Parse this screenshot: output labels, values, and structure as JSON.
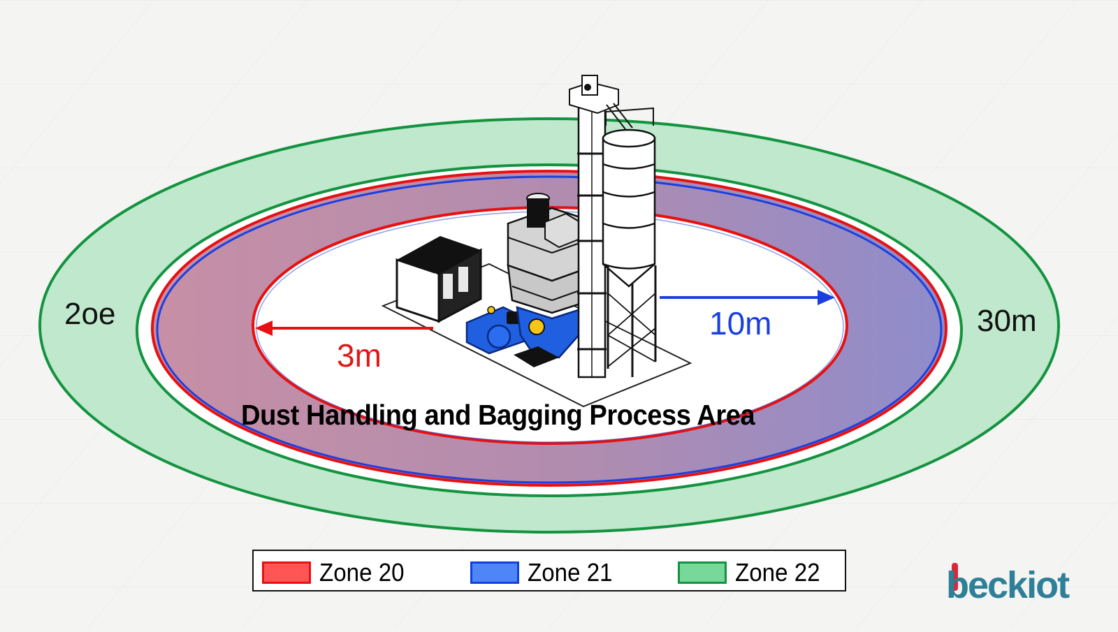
{
  "diagram": {
    "title": "Dust Handling and Bagging Process Area",
    "labels": {
      "outer_left": "2oe",
      "outer_right": "30m",
      "inner_radius": "3m",
      "middle_radius": "10m"
    },
    "zones": [
      {
        "name": "Zone 20",
        "color": "#ff5555",
        "border": "#e81010"
      },
      {
        "name": "Zone 21",
        "color": "#4f86f7",
        "border": "#1040e0"
      },
      {
        "name": "Zone 22",
        "color": "#78d89a",
        "border": "#13933f"
      }
    ],
    "legend": {
      "items": [
        "Zone 20",
        "Zone 21",
        "Zone 22"
      ]
    },
    "colors": {
      "zone20_line": "#e81010",
      "zone21_line": "#1a3fe0",
      "zone22_line": "#13933f",
      "zone22_fill": "#bfe8cc",
      "zone20_21_band_left": "#c08aa6",
      "zone20_21_band_right": "#9a8bc6"
    },
    "equipment": [
      "control-cabinet",
      "blower-motor",
      "dust-collector",
      "bagging-hopper",
      "bucket-elevator",
      "storage-silo"
    ]
  },
  "brand": {
    "logo_text": "beckiot"
  }
}
